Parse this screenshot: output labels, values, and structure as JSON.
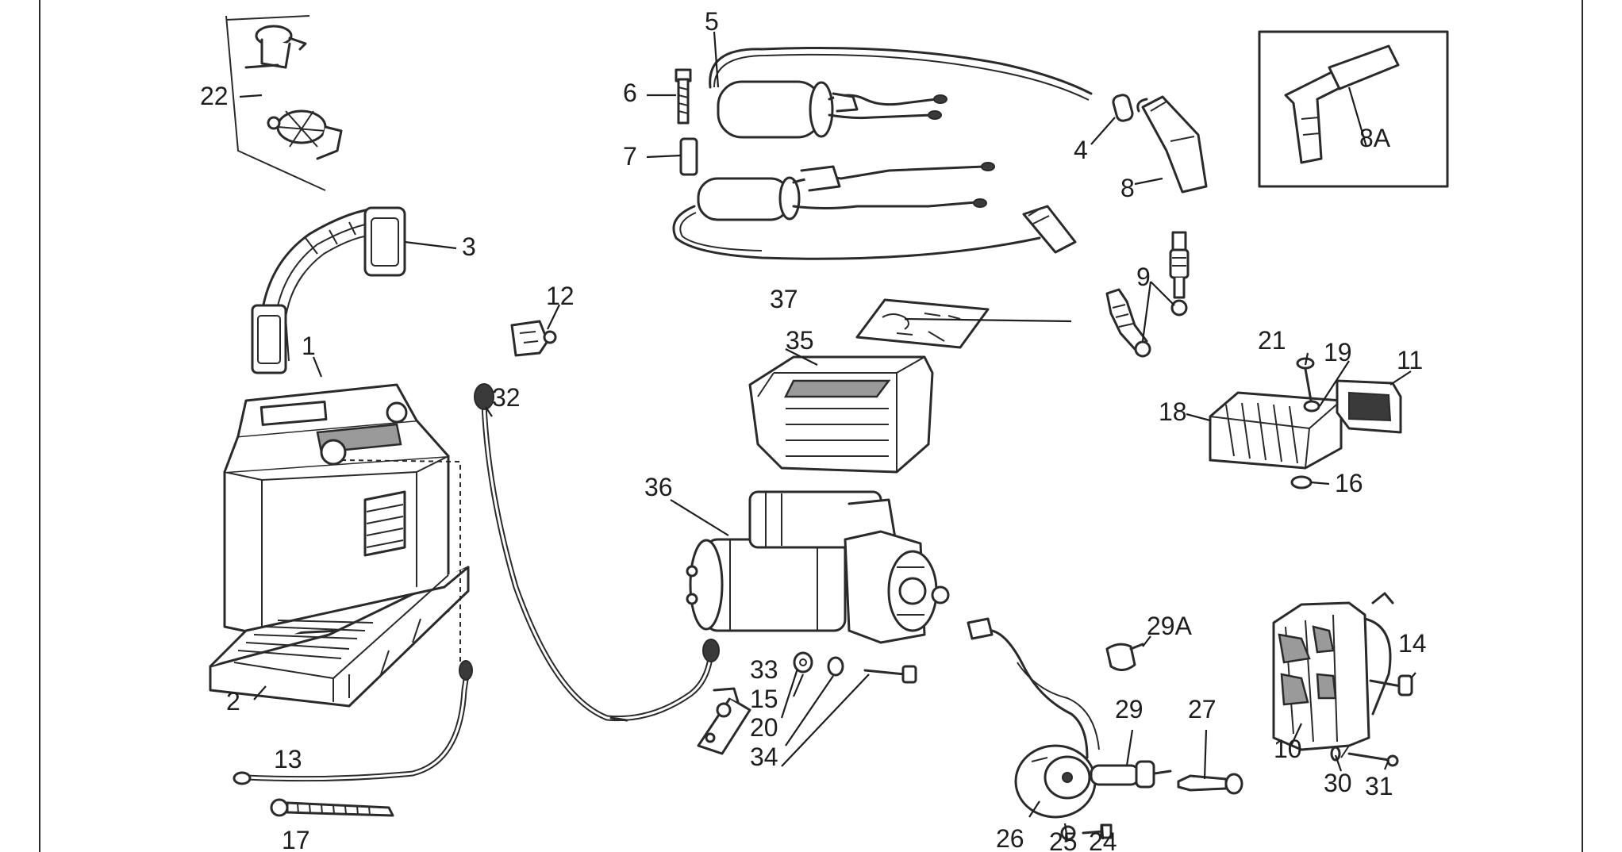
{
  "labels": {
    "p1": "1",
    "p2": "2",
    "p3": "3",
    "p4": "4",
    "p5": "5",
    "p6": "6",
    "p7": "7",
    "p8": "8",
    "p8a": "8A",
    "p9": "9",
    "p10": "10",
    "p11": "11",
    "p12": "12",
    "p13": "13",
    "p14": "14",
    "p15": "15",
    "p16": "16",
    "p17": "17",
    "p18": "18",
    "p19": "19",
    "p20": "20",
    "p21": "21",
    "p22": "22",
    "p24": "24",
    "p25": "25",
    "p26": "26",
    "p27": "27",
    "p29": "29",
    "p29a": "29A",
    "p30": "30",
    "p31": "31",
    "p32": "32",
    "p33": "33",
    "p34": "34",
    "p35": "35",
    "p36": "36",
    "p37": "37"
  }
}
